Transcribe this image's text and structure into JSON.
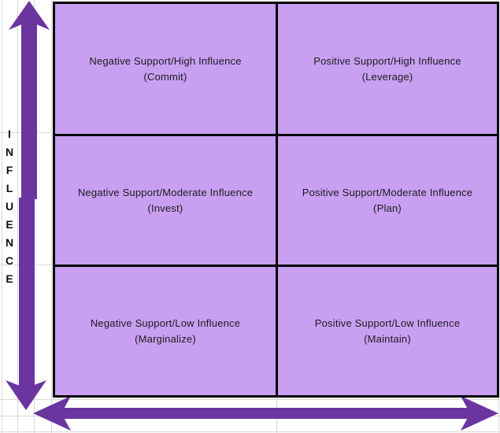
{
  "colors": {
    "cell_fill": "#c99ff2",
    "arrow": "#6b35a0",
    "grid_line": "#d9d9d9",
    "border": "#000000",
    "text": "#1c1c1c"
  },
  "y_axis": {
    "label": "INFLUENCE"
  },
  "matrix": {
    "cells": [
      {
        "line1": "Negative Support/High Influence",
        "line2": "(Commit)"
      },
      {
        "line1": "Positive Support/High Influence",
        "line2": "(Leverage)"
      },
      {
        "line1": "Negative Support/Moderate Influence",
        "line2": "(Invest)"
      },
      {
        "line1": "Positive Support/Moderate Influence",
        "line2": "(Plan)"
      },
      {
        "line1": "Negative Support/Low Influence",
        "line2": "(Marginalize)"
      },
      {
        "line1": "Positive Support/Low Influence",
        "line2": "(Maintain)"
      }
    ]
  }
}
